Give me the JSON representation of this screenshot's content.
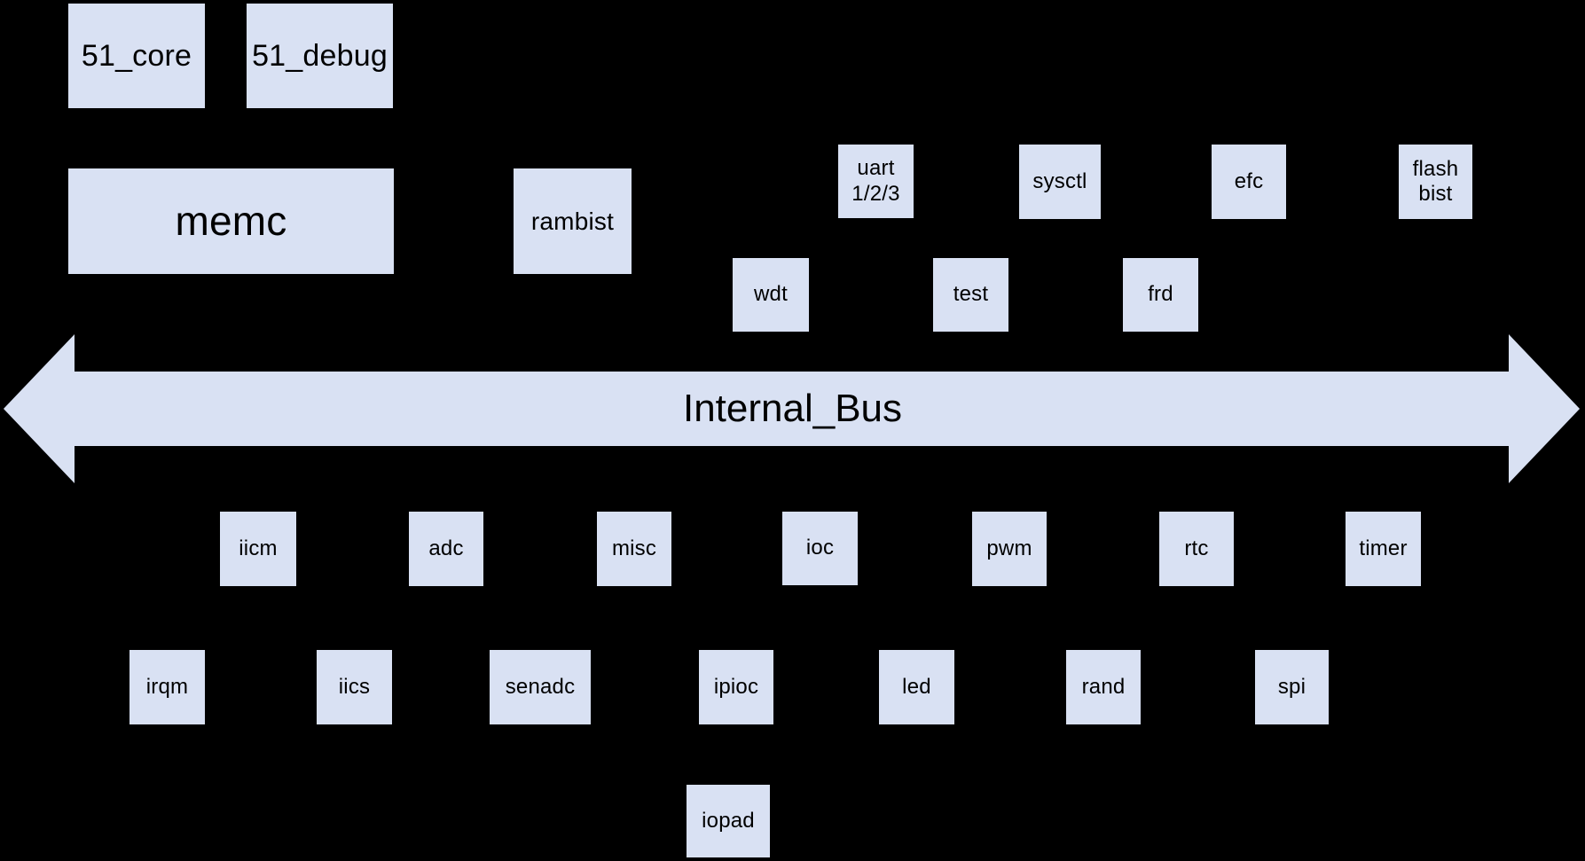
{
  "diagram": {
    "background_color": "#000000",
    "block_fill_color": "#d9e1f3",
    "text_color": "#000000",
    "bus": {
      "label": "Internal_Bus"
    },
    "blocks": [
      {
        "id": "51-core",
        "label": "51_core"
      },
      {
        "id": "51-debug",
        "label": "51_debug"
      },
      {
        "id": "memc",
        "label": "memc"
      },
      {
        "id": "rambist",
        "label": "rambist"
      },
      {
        "id": "uart-1-2-3",
        "label": "uart\n1/2/3"
      },
      {
        "id": "sysctl",
        "label": "sysctl"
      },
      {
        "id": "efc",
        "label": "efc"
      },
      {
        "id": "flash-bist",
        "label": "flash\nbist"
      },
      {
        "id": "wdt",
        "label": "wdt"
      },
      {
        "id": "test",
        "label": "test"
      },
      {
        "id": "frd",
        "label": "frd"
      },
      {
        "id": "iicm",
        "label": "iicm"
      },
      {
        "id": "adc",
        "label": "adc"
      },
      {
        "id": "misc",
        "label": "misc"
      },
      {
        "id": "ioc",
        "label": "ioc"
      },
      {
        "id": "pwm",
        "label": "pwm"
      },
      {
        "id": "rtc",
        "label": "rtc"
      },
      {
        "id": "timer",
        "label": "timer"
      },
      {
        "id": "irqm",
        "label": "irqm"
      },
      {
        "id": "iics",
        "label": "iics"
      },
      {
        "id": "senadc",
        "label": "senadc"
      },
      {
        "id": "ipioc",
        "label": "ipioc"
      },
      {
        "id": "led",
        "label": "led"
      },
      {
        "id": "rand",
        "label": "rand"
      },
      {
        "id": "spi",
        "label": "spi"
      },
      {
        "id": "iopad",
        "label": "iopad"
      }
    ]
  }
}
